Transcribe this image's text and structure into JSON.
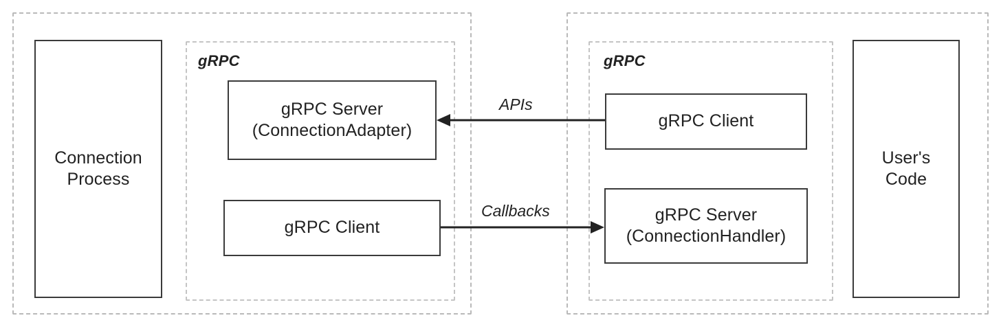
{
  "diagram": {
    "groups": [
      {
        "id": "connection-process-group",
        "label": ""
      },
      {
        "id": "grpc-left-group",
        "label": "gRPC"
      },
      {
        "id": "user-code-group",
        "label": ""
      },
      {
        "id": "grpc-right-group",
        "label": "gRPC"
      }
    ],
    "boxes": [
      {
        "id": "connection-process",
        "text": "Connection\nProcess"
      },
      {
        "id": "grpc-server-connection-adapter",
        "text": "gRPC Server\n(ConnectionAdapter)"
      },
      {
        "id": "grpc-client-left",
        "text": "gRPC Client"
      },
      {
        "id": "grpc-client-right",
        "text": "gRPC Client"
      },
      {
        "id": "grpc-server-connection-handler",
        "text": "gRPC Server\n(ConnectionHandler)"
      },
      {
        "id": "users-code",
        "text": "User's\nCode"
      }
    ],
    "arrows": [
      {
        "id": "apis-arrow",
        "label": "APIs",
        "direction": "right-to-left"
      },
      {
        "id": "callbacks-arrow",
        "label": "Callbacks",
        "direction": "left-to-right"
      }
    ],
    "colors": {
      "box_border": "#3a3a3a",
      "group_border": "#b9b9b9",
      "text": "#222222",
      "background": "#ffffff"
    }
  }
}
